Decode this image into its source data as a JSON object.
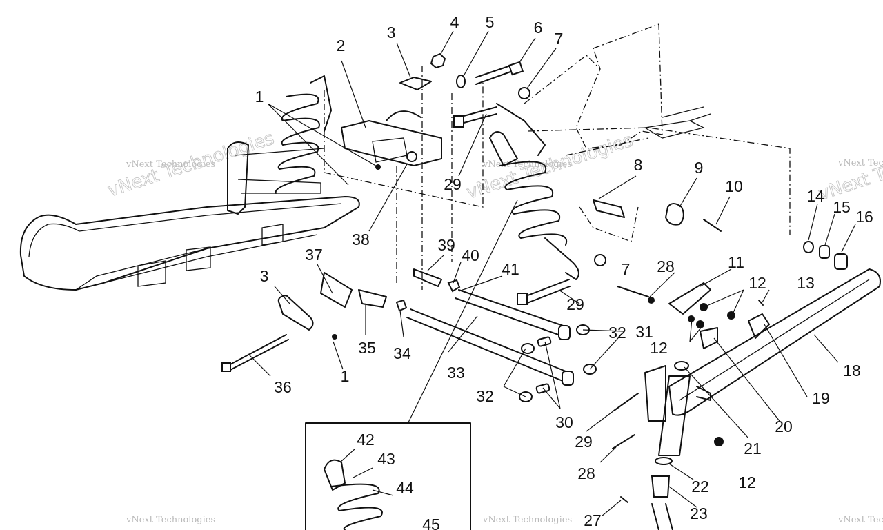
{
  "watermark": "vNext Technologies",
  "callouts": [
    {
      "id": "c1",
      "text": "1"
    },
    {
      "id": "c1b",
      "text": "1"
    },
    {
      "id": "c2",
      "text": "2"
    },
    {
      "id": "c3",
      "text": "3"
    },
    {
      "id": "c3b",
      "text": "3"
    },
    {
      "id": "c4",
      "text": "4"
    },
    {
      "id": "c5",
      "text": "5"
    },
    {
      "id": "c6",
      "text": "6"
    },
    {
      "id": "c7",
      "text": "7"
    },
    {
      "id": "c7b",
      "text": "7"
    },
    {
      "id": "c8",
      "text": "8"
    },
    {
      "id": "c9",
      "text": "9"
    },
    {
      "id": "c10",
      "text": "10"
    },
    {
      "id": "c11",
      "text": "11"
    },
    {
      "id": "c12",
      "text": "12"
    },
    {
      "id": "c12b",
      "text": "12"
    },
    {
      "id": "c12c",
      "text": "12"
    },
    {
      "id": "c13",
      "text": "13"
    },
    {
      "id": "c14",
      "text": "14"
    },
    {
      "id": "c15",
      "text": "15"
    },
    {
      "id": "c16",
      "text": "16"
    },
    {
      "id": "c18",
      "text": "18"
    },
    {
      "id": "c19",
      "text": "19"
    },
    {
      "id": "c20",
      "text": "20"
    },
    {
      "id": "c21",
      "text": "21"
    },
    {
      "id": "c22",
      "text": "22"
    },
    {
      "id": "c23",
      "text": "23"
    },
    {
      "id": "c27",
      "text": "27"
    },
    {
      "id": "c28",
      "text": "28"
    },
    {
      "id": "c28b",
      "text": "28"
    },
    {
      "id": "c29",
      "text": "29"
    },
    {
      "id": "c29b",
      "text": "29"
    },
    {
      "id": "c29c",
      "text": "29"
    },
    {
      "id": "c30",
      "text": "30"
    },
    {
      "id": "c31",
      "text": "31"
    },
    {
      "id": "c32",
      "text": "32"
    },
    {
      "id": "c32b",
      "text": "32"
    },
    {
      "id": "c33",
      "text": "33"
    },
    {
      "id": "c34",
      "text": "34"
    },
    {
      "id": "c35",
      "text": "35"
    },
    {
      "id": "c36",
      "text": "36"
    },
    {
      "id": "c37",
      "text": "37"
    },
    {
      "id": "c38",
      "text": "38"
    },
    {
      "id": "c39",
      "text": "39"
    },
    {
      "id": "c40",
      "text": "40"
    },
    {
      "id": "c41",
      "text": "41"
    },
    {
      "id": "c42",
      "text": "42"
    },
    {
      "id": "c43",
      "text": "43"
    },
    {
      "id": "c44",
      "text": "44"
    },
    {
      "id": "c45",
      "text": "45"
    }
  ]
}
